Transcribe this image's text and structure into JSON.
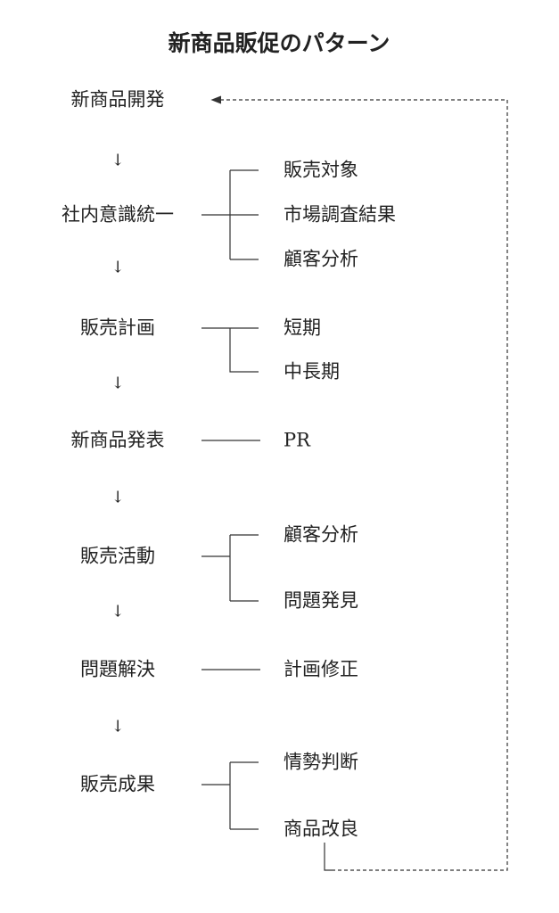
{
  "title": "新商品販促のパターン",
  "steps": [
    {
      "label": "新商品開発",
      "items": []
    },
    {
      "label": "社内意識統一",
      "items": [
        "販売対象",
        "市場調査結果",
        "顧客分析"
      ]
    },
    {
      "label": "販売計画",
      "items": [
        "短期",
        "中長期"
      ]
    },
    {
      "label": "新商品発表",
      "items": [
        "PR"
      ]
    },
    {
      "label": "販売活動",
      "items": [
        "顧客分析",
        "問題発見"
      ]
    },
    {
      "label": "問題解決",
      "items": [
        "計画修正"
      ]
    },
    {
      "label": "販売成果",
      "items": [
        "情勢判断",
        "商品改良"
      ]
    }
  ],
  "arrow_glyph": "↓"
}
